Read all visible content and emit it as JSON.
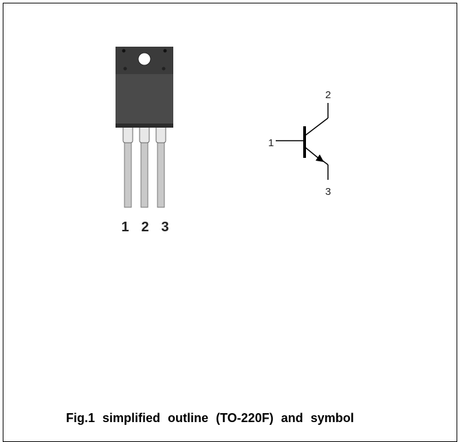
{
  "package": {
    "pins": [
      "1",
      "2",
      "3"
    ]
  },
  "symbol": {
    "base_label": "1",
    "collector_label": "2",
    "emitter_label": "3"
  },
  "caption": "Fig.1 simplified outline (TO-220F) and symbol"
}
